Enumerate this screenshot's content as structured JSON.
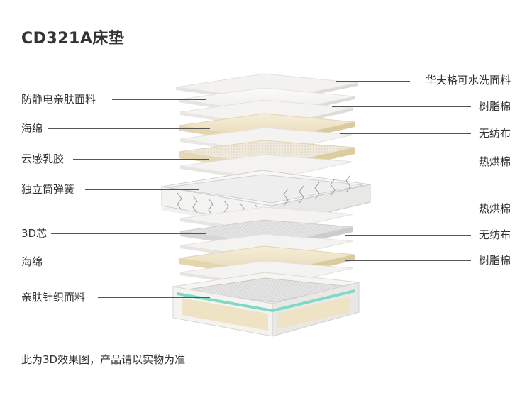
{
  "title": "CD321A床垫",
  "left_labels": [
    "防静电亲肤面料",
    "海绵",
    "云感乳胶",
    "独立筒弹簧",
    "3D芯",
    "海绵",
    "亲肤针织面料"
  ],
  "right_labels": [
    "华夫格可水洗面料",
    "树脂棉",
    "无纺布",
    "热烘棉",
    "热烘棉",
    "无纺布",
    "树脂棉"
  ],
  "note": "此为3D效果图，产品请以实物为准",
  "colors": {
    "text": "#333333",
    "layer": "#f1f0ee",
    "foam": "#efe3c6",
    "latex": "#eee2c2",
    "mesh": "#d8d8d8",
    "accent": "#7fd9c4"
  }
}
